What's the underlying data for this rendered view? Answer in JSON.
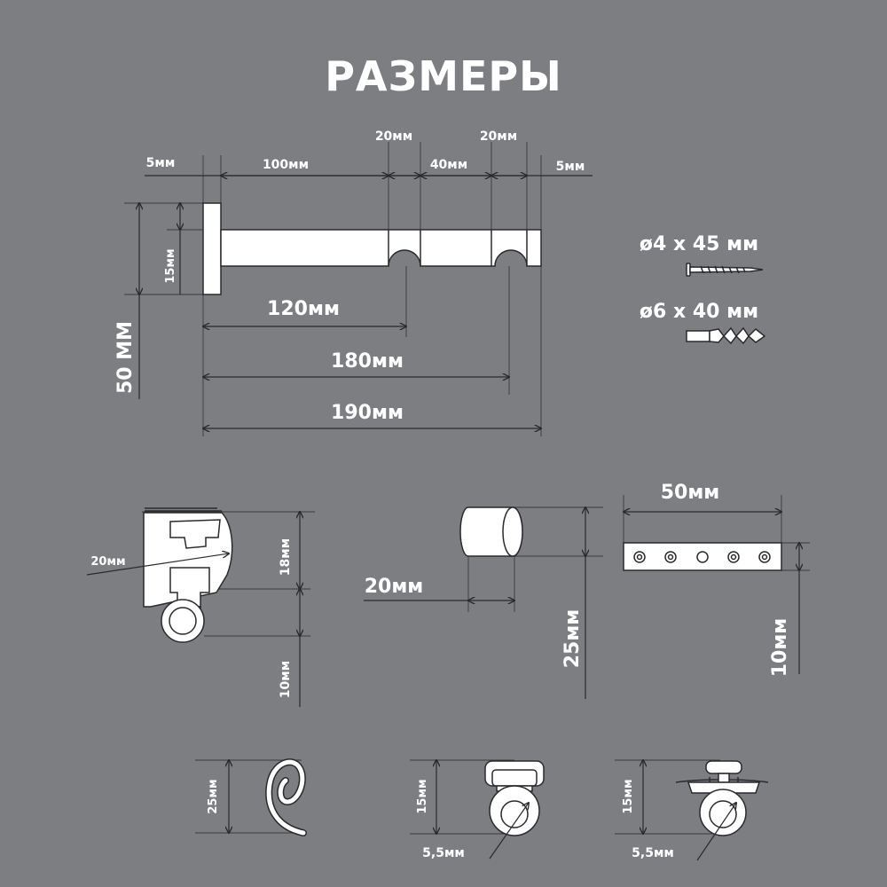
{
  "title": "РАЗМЕРЫ",
  "bracket": {
    "top_dims": [
      "5мм",
      "100мм",
      "20мм",
      "40мм",
      "20мм",
      "5мм"
    ],
    "plate_height": "15мм",
    "overall_height": "50 ММ",
    "len_1": "120мм",
    "len_2": "180мм",
    "len_3": "190мм"
  },
  "fasteners": {
    "screw": "ø4 x 45 мм",
    "dowel": "ø6 x 40 мм"
  },
  "runner": {
    "width": "20мм",
    "height_top": "18мм",
    "height_bottom": "10мм"
  },
  "end_cap": {
    "width": "20мм",
    "height": "25мм"
  },
  "connector_plate": {
    "length": "50мм",
    "height": "10мм"
  },
  "hook": {
    "height": "25мм"
  },
  "glider_1": {
    "height": "15мм",
    "ring": "5,5мм"
  },
  "glider_2": {
    "height": "15мм",
    "ring": "5,5мм"
  }
}
